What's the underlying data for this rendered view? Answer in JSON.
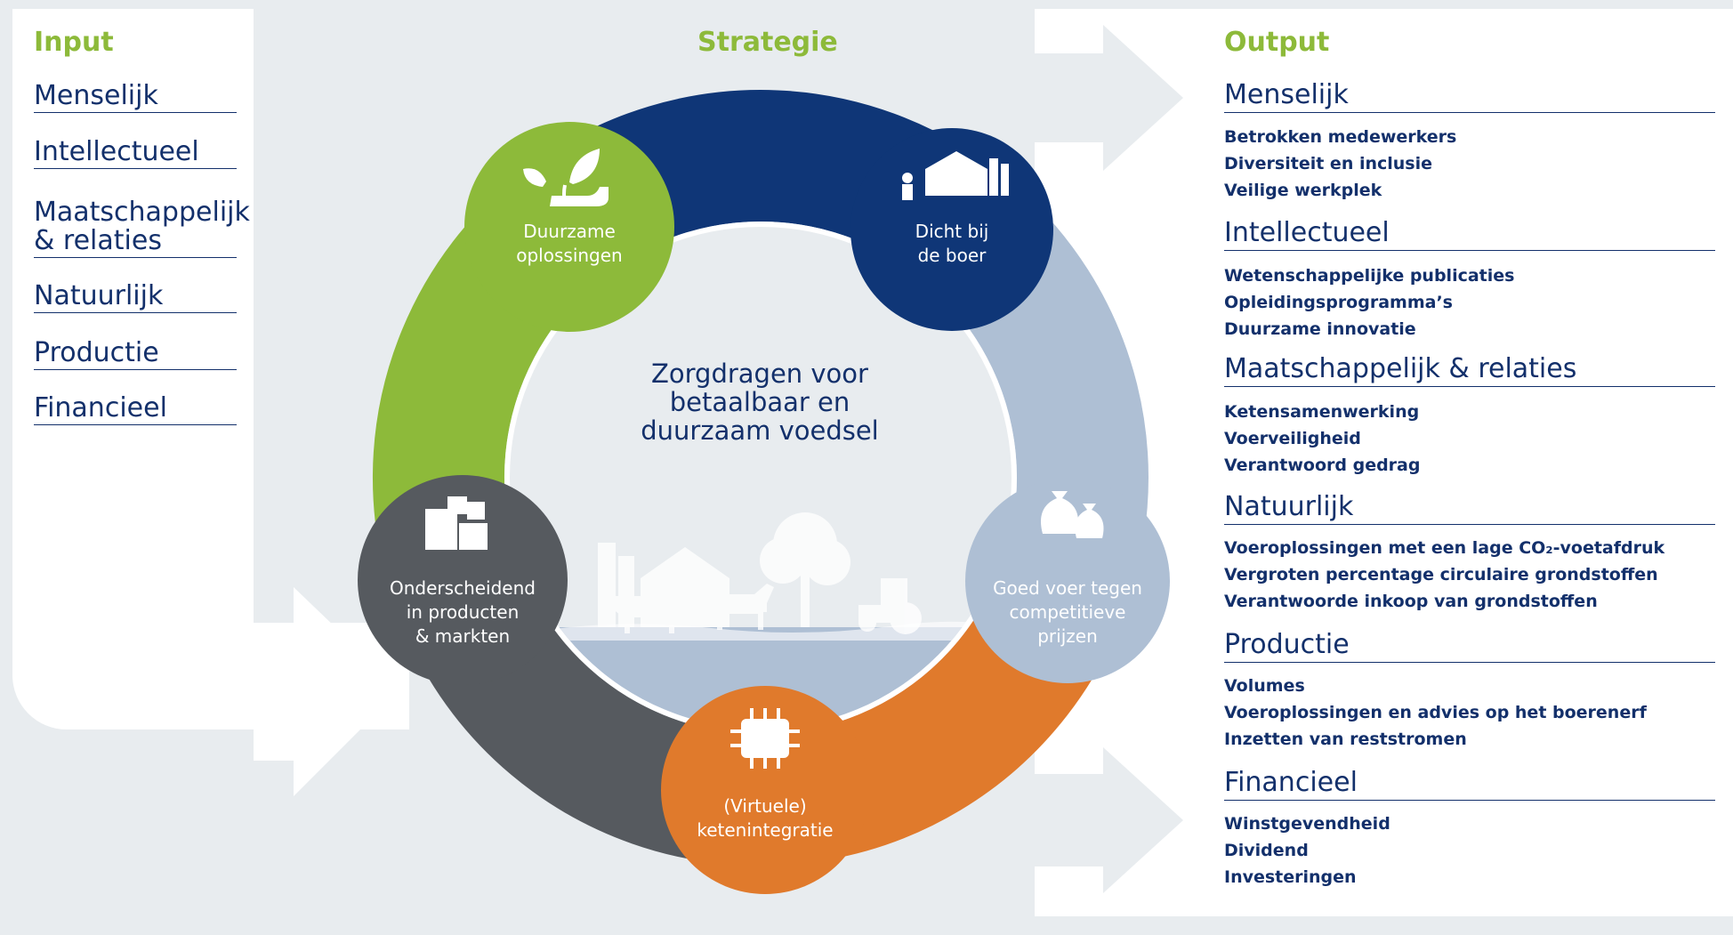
{
  "input": {
    "heading": "Input",
    "items": [
      "Menselijk",
      "Intellectueel",
      "Maatschappelijk\n& relaties",
      "Natuurlijk",
      "Productie",
      "Financieel"
    ]
  },
  "strategy": {
    "heading": "Strategie",
    "center": "Zorgdragen voor betaalbaar en duurzaam voedsel",
    "nodes": [
      {
        "label": "Duurzame\noplossingen",
        "icon": "plant-sprout-icon",
        "color": "#8dba3a"
      },
      {
        "label": "Dicht bij\nde boer",
        "icon": "farm-barn-icon",
        "color": "#0f3677"
      },
      {
        "label": "Goed voer tegen\ncompetitieve\nprijzen",
        "icon": "feed-bags-icon",
        "color": "#aebfd4"
      },
      {
        "label": "(Virtuele)\nketenintegratie",
        "icon": "circuit-chip-icon",
        "color": "#e07a2c"
      },
      {
        "label": "Onderscheidend\nin producten\n& markten",
        "icon": "boxes-icon",
        "color": "#565a5f"
      }
    ]
  },
  "output": {
    "heading": "Output",
    "categories": [
      {
        "title": "Menselijk",
        "items": [
          "Betrokken medewerkers",
          "Diversiteit en inclusie",
          "Veilige werkplek"
        ]
      },
      {
        "title": "Intellectueel",
        "items": [
          "Wetenschappelijke publicaties",
          "Opleidingsprogramma’s",
          "Duurzame innovatie"
        ]
      },
      {
        "title": "Maatschappelijk & relaties",
        "items": [
          "Ketensamenwerking",
          "Voerveiligheid",
          "Verantwoord gedrag"
        ]
      },
      {
        "title": "Natuurlijk",
        "items": [
          "Voeroplossingen met een lage CO₂-voetafdruk",
          "Vergroten percentage circulaire grondstoffen",
          "Verantwoorde inkoop van grondstoffen"
        ]
      },
      {
        "title": "Productie",
        "items": [
          "Volumes",
          "Voeroplossingen en advies op het boerenerf",
          "Inzetten van reststromen"
        ]
      },
      {
        "title": "Financieel",
        "items": [
          "Winstgevendheid",
          "Dividend",
          "Investeringen"
        ]
      }
    ]
  },
  "colors": {
    "green": "#8dba3a",
    "navy": "#0f3677",
    "light_blue": "#aebfd4",
    "orange": "#e07a2c",
    "grey": "#565a5f",
    "text_navy": "#13306b",
    "background": "#e8ecef"
  }
}
